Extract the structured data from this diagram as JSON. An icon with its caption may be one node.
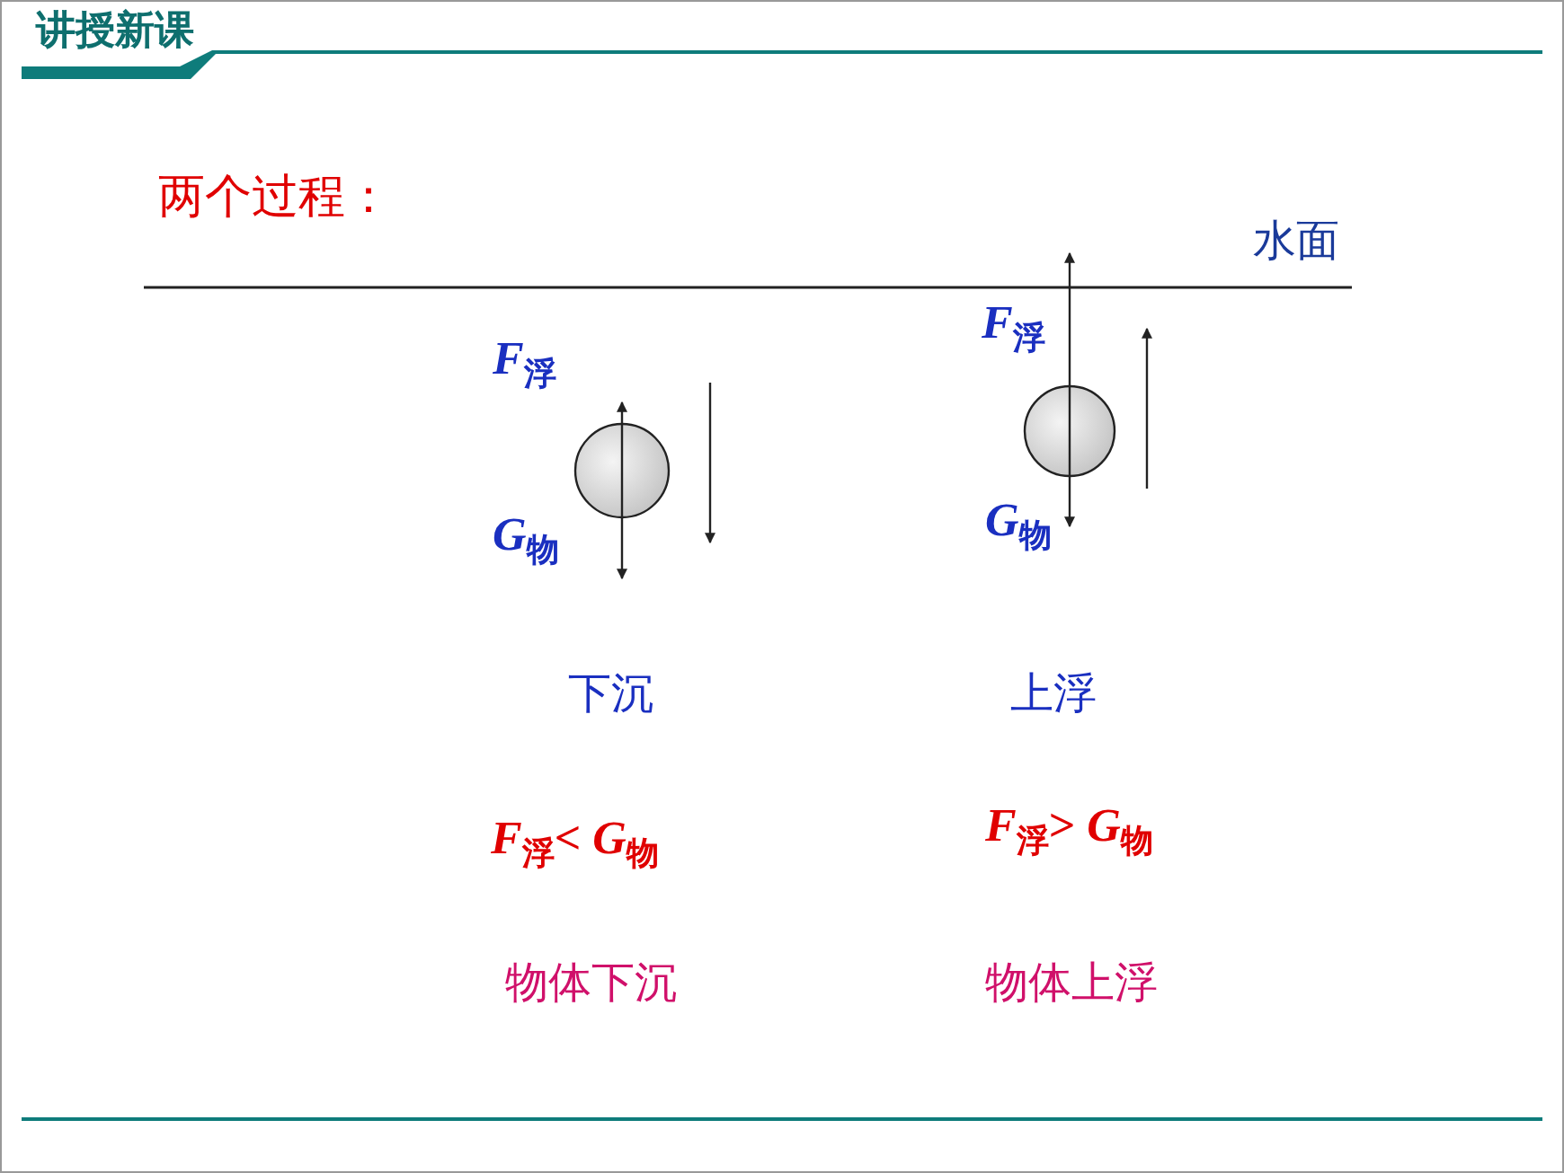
{
  "diagram": {
    "nodes": [
      {
        "text": [],
        "shape": "circle"
      },
      {
        "text": [],
        "shape": "circle"
      }
    ],
    "labels": [
      "讲授新课",
      "两个过程：",
      "水面",
      "*F*$_{浮}$",
      "*F*$_{浮}$",
      "*G*$_{物}$",
      "*G*$_{物}$",
      "下沉",
      "上浮",
      "*F*$_{浮}$< *G*$_{物}$",
      "*F*$_{浮}$> *G*$_{物}$",
      "物体下沉",
      "物体上浮"
    ]
  }
}
